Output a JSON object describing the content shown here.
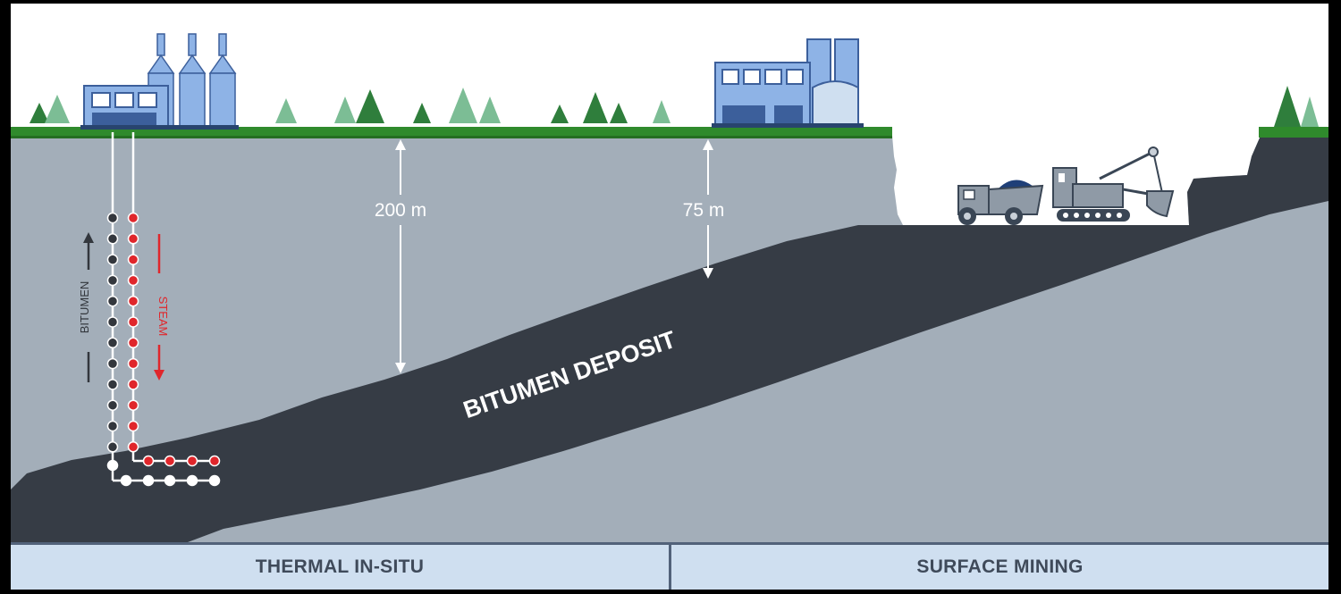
{
  "colors": {
    "sky": "#ffffff",
    "overburden": "#a3aeb9",
    "deposit": "#363c45",
    "grass": "#2f8a2c",
    "building": "#8eb3e6",
    "building_dark": "#3c5f9b",
    "tree_dark": "#2f7e3c",
    "tree_light": "#7cbd95",
    "steam_red": "#e0262b",
    "bitumen_dark": "#33373d",
    "band_bg": "#cfdff0",
    "band_text": "#3f4a5a"
  },
  "depth_markers": {
    "thermal_depth": "200 m",
    "mining_depth": "75 m"
  },
  "deposit": {
    "label": "BITUMEN DEPOSIT"
  },
  "flow": {
    "bitumen_label": "BITUMEN",
    "steam_label": "STEAM"
  },
  "sections": {
    "left": "THERMAL IN-SITU",
    "right": "SURFACE MINING"
  },
  "icons": [
    "thermal-plant-icon",
    "upgrader-plant-icon",
    "haul-truck-icon",
    "shovel-excavator-icon",
    "tree-icon",
    "well-pair-icon"
  ]
}
